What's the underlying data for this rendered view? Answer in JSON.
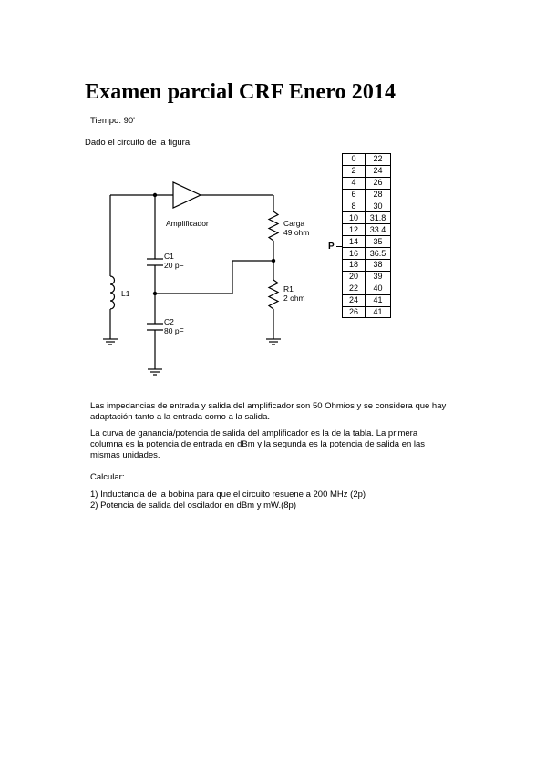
{
  "title": "Examen parcial CRF Enero 2014",
  "tiempo": "Tiempo: 90'",
  "intro": "Dado el circuito de la figura",
  "circuit": {
    "amplifier_label": "Amplificador",
    "carga_label": "Carga",
    "carga_value": "49 ohm",
    "c1_label": "C1",
    "c1_value": "20 pF",
    "l1_label": "L1",
    "r1_label": "R1",
    "r1_value": "2 ohm",
    "c2_label": "C2",
    "c2_value": "80 pF"
  },
  "table": {
    "p_label": "P",
    "rows": [
      [
        "0",
        "22"
      ],
      [
        "2",
        "24"
      ],
      [
        "4",
        "26"
      ],
      [
        "6",
        "28"
      ],
      [
        "8",
        "30"
      ],
      [
        "10",
        "31.8"
      ],
      [
        "12",
        "33.4"
      ],
      [
        "14",
        "35"
      ],
      [
        "16",
        "36.5"
      ],
      [
        "18",
        "38"
      ],
      [
        "20",
        "39"
      ],
      [
        "22",
        "40"
      ],
      [
        "24",
        "41"
      ],
      [
        "26",
        "41"
      ]
    ]
  },
  "para1": {
    "line1": "Las impedancias de entrada y salida del amplificador son 50 Ohmios y se considera que hay",
    "line2": "adaptación tanto a la entrada como a la salida."
  },
  "para2": {
    "line1": "La curva de ganancia/potencia de salida del amplificador es la de la tabla. La primera",
    "line2": "columna es la potencia de entrada en dBm y la segunda es la potencia de salida en las",
    "line3": "mismas unidades."
  },
  "calcular": "Calcular:",
  "questions": [
    "1) Inductancia de la bobina para que el circuito resuene a 200 MHz (2p)",
    "2) Potencia de salida del oscilador en dBm y mW.(8p)"
  ]
}
